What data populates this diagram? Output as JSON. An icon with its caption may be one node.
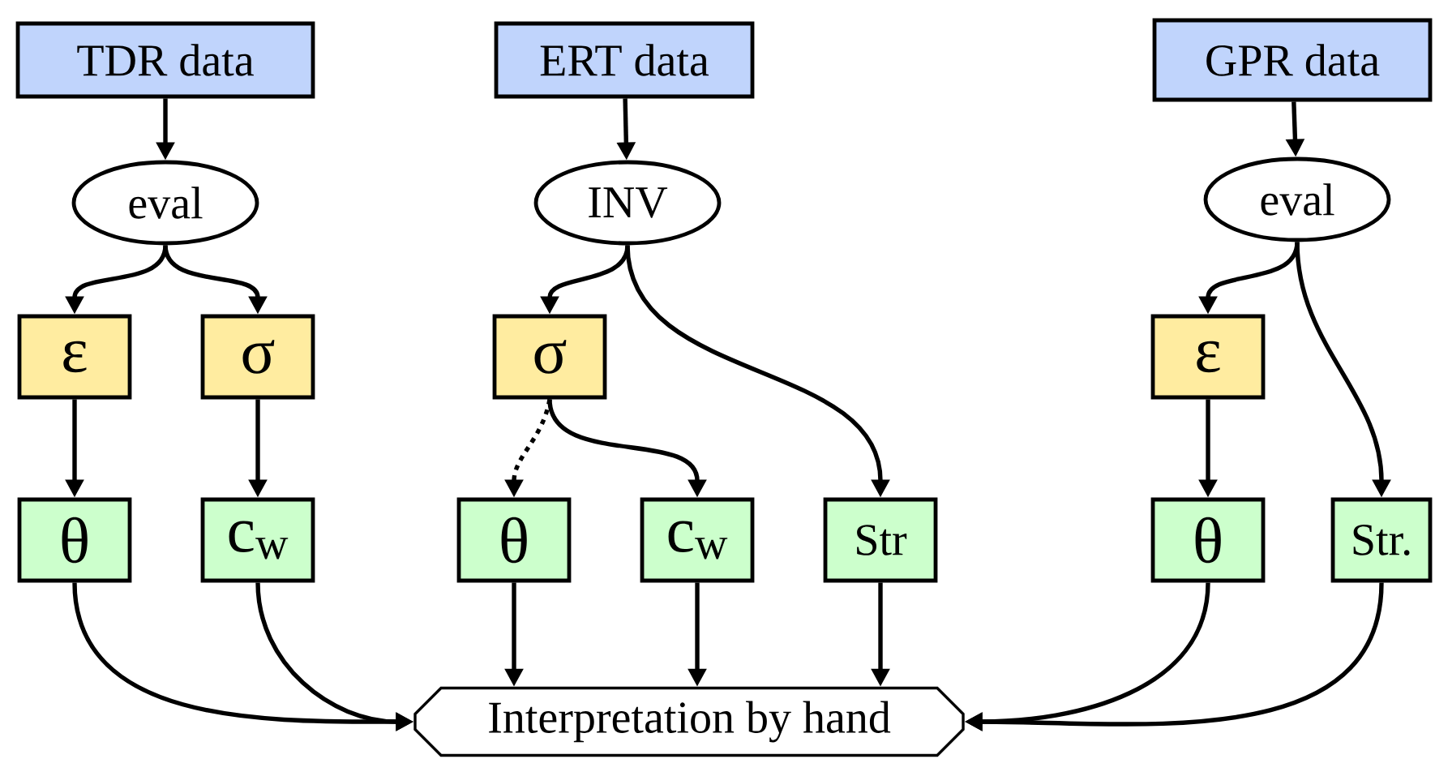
{
  "diagram": {
    "nodes": [
      {
        "text": [
          "TDR data"
        ]
      },
      {
        "text": [
          "eval"
        ]
      },
      {
        "text": [
          "ε"
        ]
      },
      {
        "text": [
          "σ"
        ]
      },
      {
        "text": [
          "θ"
        ]
      },
      {
        "text": [
          "c$_{w}$"
        ]
      },
      {
        "text": [
          "ERT data"
        ]
      },
      {
        "text": [
          "INV"
        ]
      },
      {
        "text": [
          "σ"
        ]
      },
      {
        "text": [
          "θ"
        ]
      },
      {
        "text": [
          "c$_{w}$"
        ]
      },
      {
        "text": [
          "Str"
        ]
      },
      {
        "text": [
          "GPR data"
        ]
      },
      {
        "text": [
          "eval"
        ]
      },
      {
        "text": [
          "ε"
        ]
      },
      {
        "text": [
          "θ"
        ]
      },
      {
        "text": [
          "Str."
        ]
      },
      {
        "text": [
          "Interpretation by hand"
        ]
      }
    ],
    "edges": [
      {
        "from": 0,
        "to": 1,
        "arrow": "to"
      },
      {
        "from": 1,
        "to": 2,
        "arrow": "to"
      },
      {
        "from": 1,
        "to": 3,
        "arrow": "to"
      },
      {
        "from": 2,
        "to": 4,
        "arrow": "to"
      },
      {
        "from": 3,
        "to": 5,
        "arrow": "to"
      },
      {
        "from": 4,
        "to": 17,
        "arrow": "to"
      },
      {
        "from": 5,
        "to": 17,
        "arrow": "to"
      },
      {
        "from": 6,
        "to": 7,
        "arrow": "to"
      },
      {
        "from": 7,
        "to": 8,
        "arrow": "to"
      },
      {
        "from": 7,
        "to": 11,
        "arrow": "to"
      },
      {
        "from": 8,
        "to": 9,
        "arrow": "to",
        "style": "dashed"
      },
      {
        "from": 8,
        "to": 10,
        "arrow": "to"
      },
      {
        "from": 9,
        "to": 17,
        "arrow": "to"
      },
      {
        "from": 10,
        "to": 17,
        "arrow": "to"
      },
      {
        "from": 11,
        "to": 17,
        "arrow": "to"
      },
      {
        "from": 12,
        "to": 13,
        "arrow": "to"
      },
      {
        "from": 13,
        "to": 14,
        "arrow": "to"
      },
      {
        "from": 13,
        "to": 16,
        "arrow": "to"
      },
      {
        "from": 14,
        "to": 15,
        "arrow": "to"
      },
      {
        "from": 15,
        "to": 17,
        "arrow": "to"
      },
      {
        "from": 16,
        "to": 17,
        "arrow": "to"
      }
    ]
  }
}
